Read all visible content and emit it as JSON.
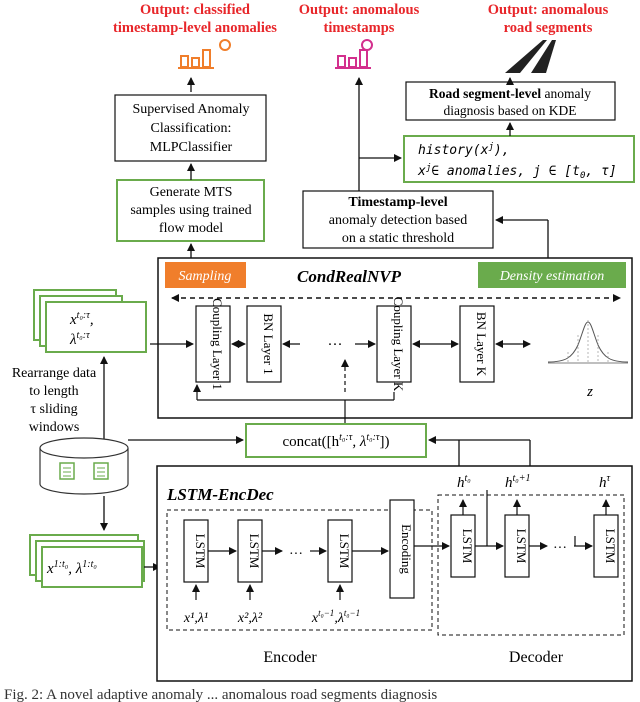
{
  "colors": {
    "red": "#e8262a",
    "magenta": "#d32f8d",
    "green": "#6aab4c",
    "orange": "#f07e2b",
    "black": "#111111"
  },
  "outputs": {
    "classified_line1": "Output: classified",
    "classified_line2": "timestamp-level anomalies",
    "timestamps_line1": "Output: anomalous",
    "timestamps_line2": "timestamps",
    "road_line1": "Output: anomalous",
    "road_line2": "road segments"
  },
  "boxes": {
    "supervised_line1": "Supervised Anomaly",
    "supervised_line2": "Classification:",
    "supervised_line3": "MLPClassifier",
    "generate_line1": "Generate MTS",
    "generate_line2": "samples using trained",
    "generate_line3": "flow model",
    "road_diag_bold": "Road segment-level",
    "road_diag_rest": " anomaly",
    "road_diag_line2": "diagnosis based on KDE",
    "history_line1": "history(x",
    "history_line1_sup": "j",
    "history_line1_end": "),",
    "history_line2": "x",
    "history_line2_sup": "j",
    "history_line2_end": "∈ anomalies, j ∈ [t",
    "history_line2_sub": "0",
    "history_line2_close": ", τ]",
    "timestamp_bold": "Timestamp-level",
    "timestamp_line2": "anomaly detection based",
    "timestamp_line3": "on a static threshold"
  },
  "condrealnvp": {
    "title": "CondRealNVP",
    "sampling": "Sampling",
    "density": "Density estimation",
    "layers": [
      "Coupling Layer 1",
      "BN Layer 1",
      "Coupling Layer K",
      "BN Layer K"
    ],
    "dots": "···",
    "z_label": "z"
  },
  "inputs": {
    "top_x": "x",
    "top_x_sup": "t₀:τ",
    "top_comma": ",",
    "top_l": "λ",
    "top_l_sup": "t₀:τ",
    "rearrange_line1": "Rearrange data",
    "rearrange_line2": "to length",
    "rearrange_line3": "τ sliding",
    "rearrange_line4": "windows",
    "bottom_x": "x",
    "bottom_x_sup": "1:t₀",
    "bottom_comma": ", ",
    "bottom_l": "λ",
    "bottom_l_sup": "1:t₀"
  },
  "concat": {
    "prefix": "concat([h",
    "h_sup": "t₀:τ",
    "mid": ", λ",
    "l_sup": "t₀:τ",
    "suffix": "])"
  },
  "lstm": {
    "title": "LSTM-EncDec",
    "cell": "LSTM",
    "encoding": "Encoding",
    "encoder": "Encoder",
    "decoder": "Decoder",
    "dots": "···",
    "in1": "x¹,λ¹",
    "in2": "x²,λ²",
    "in3": "x",
    "in3_sup": "t₀−1",
    "in3_mid": ",λ",
    "in3_sup2": "t₀−1",
    "h1": "h",
    "h1_sup": "t₀",
    "h2": "h",
    "h2_sup": "t₀+1",
    "h3": "h",
    "h3_sup": "τ"
  },
  "caption": "Fig. 2: A novel adaptive anomaly ... anomalous road segments diagnosis"
}
